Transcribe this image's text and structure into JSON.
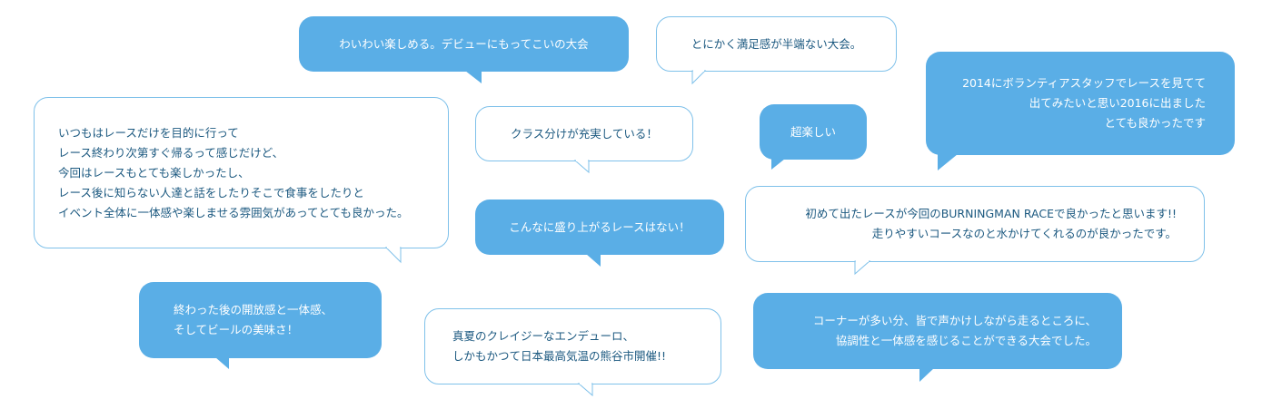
{
  "palette": {
    "filled_bg": "#5aaee6",
    "filled_text": "#ffffff",
    "outline_border": "#7fc1ea",
    "outline_text": "#1c5980"
  },
  "comments": [
    {
      "id": "c1",
      "style": "filled",
      "lines": [
        "わいわい楽しめる。デビューにもってこいの大会"
      ]
    },
    {
      "id": "c2",
      "style": "outline",
      "lines": [
        "とにかく満足感が半端ない大会。"
      ]
    },
    {
      "id": "c3",
      "style": "filled",
      "lines": [
        "2014にボランティアスタッフでレースを見てて",
        "出てみたいと思い2016に出ました",
        "とても良かったです"
      ]
    },
    {
      "id": "c4",
      "style": "outline",
      "lines": [
        "いつもはレースだけを目的に行って",
        "レース終わり次第すぐ帰るって感じだけど、",
        "今回はレースもとても楽しかったし、",
        "レース後に知らない人達と話をしたりそこで食事をしたりと",
        "イベント全体に一体感や楽しませる雰囲気があってとても良かった。"
      ]
    },
    {
      "id": "c5",
      "style": "outline",
      "lines": [
        "クラス分けが充実している！"
      ]
    },
    {
      "id": "c6",
      "style": "filled",
      "lines": [
        "超楽しい"
      ]
    },
    {
      "id": "c7",
      "style": "filled",
      "lines": [
        "こんなに盛り上がるレースはない！"
      ]
    },
    {
      "id": "c8",
      "style": "outline",
      "lines": [
        "初めて出たレースが今回のBURNINGMAN RACEで良かったと思います!!",
        "走りやすいコースなのと水かけてくれるのが良かったです。"
      ]
    },
    {
      "id": "c9",
      "style": "filled",
      "lines": [
        "終わった後の開放感と一体感、",
        "そしてビールの美味さ！"
      ]
    },
    {
      "id": "c10",
      "style": "outline",
      "lines": [
        "真夏のクレイジーなエンデューロ、",
        "しかもかつて日本最高気温の熊谷市開催!!"
      ]
    },
    {
      "id": "c11",
      "style": "filled",
      "lines": [
        "コーナーが多い分、皆で声かけしながら走るところに、",
        "協調性と一体感を感じることができる大会でした。"
      ]
    }
  ]
}
